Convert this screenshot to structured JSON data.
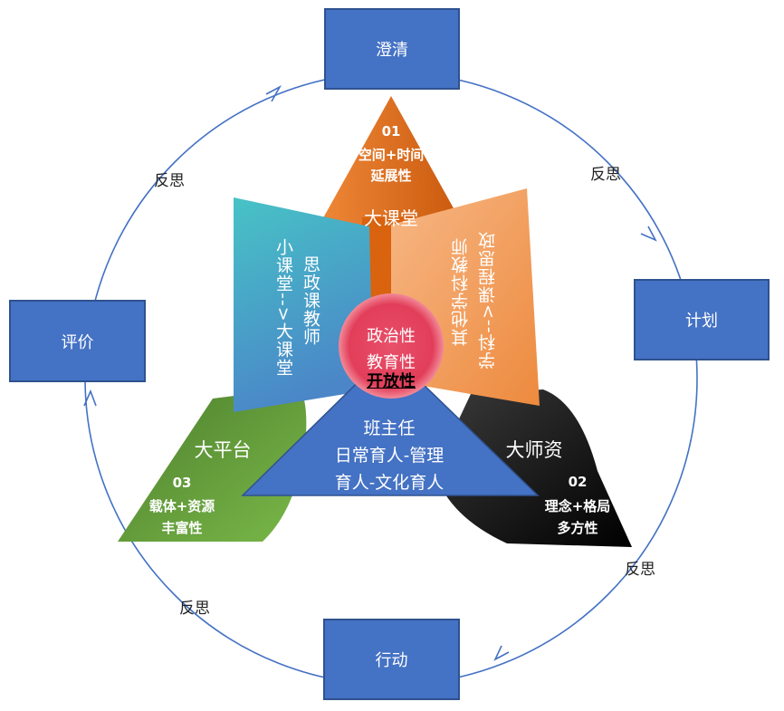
{
  "cycle": {
    "clarify": "澄清",
    "plan": "计划",
    "act": "行动",
    "evaluate": "评价",
    "reflect_top_right": "反思",
    "reflect_top_left": "反思",
    "reflect_bottom_left": "反思",
    "reflect_bottom_right": "反思"
  },
  "top_triangle": {
    "number": "01",
    "line1": "空间+时间",
    "line2": "延展性",
    "name": "大课堂"
  },
  "left_panel": {
    "col1": "思政课教师",
    "col2": "小课堂-->大课堂"
  },
  "right_panel": {
    "col1": "学科-->课程思政",
    "col2": "其他学科教师"
  },
  "center_circle": {
    "line1": "政治性",
    "line2": "教育性",
    "line3": "开放性"
  },
  "center_triangle": {
    "line1": "班主任",
    "line2": "日常育人-管理",
    "line3": "育人-文化育人"
  },
  "left_leaf": {
    "name": "大平台",
    "number": "03",
    "line1": "载体+资源",
    "line2": "丰富性"
  },
  "right_leaf": {
    "name": "大师资",
    "number": "02",
    "line1": "理念+格局",
    "line2": "多方性"
  },
  "colors": {
    "box_blue": "#4472C4",
    "ring_blue": "#4472C4",
    "orange": "#E46C0A",
    "teal": "#4BC0C8",
    "light_orange": "#F4A46A",
    "pink": "#E6435F",
    "green": "#5E9E3A",
    "black": "#000000"
  }
}
